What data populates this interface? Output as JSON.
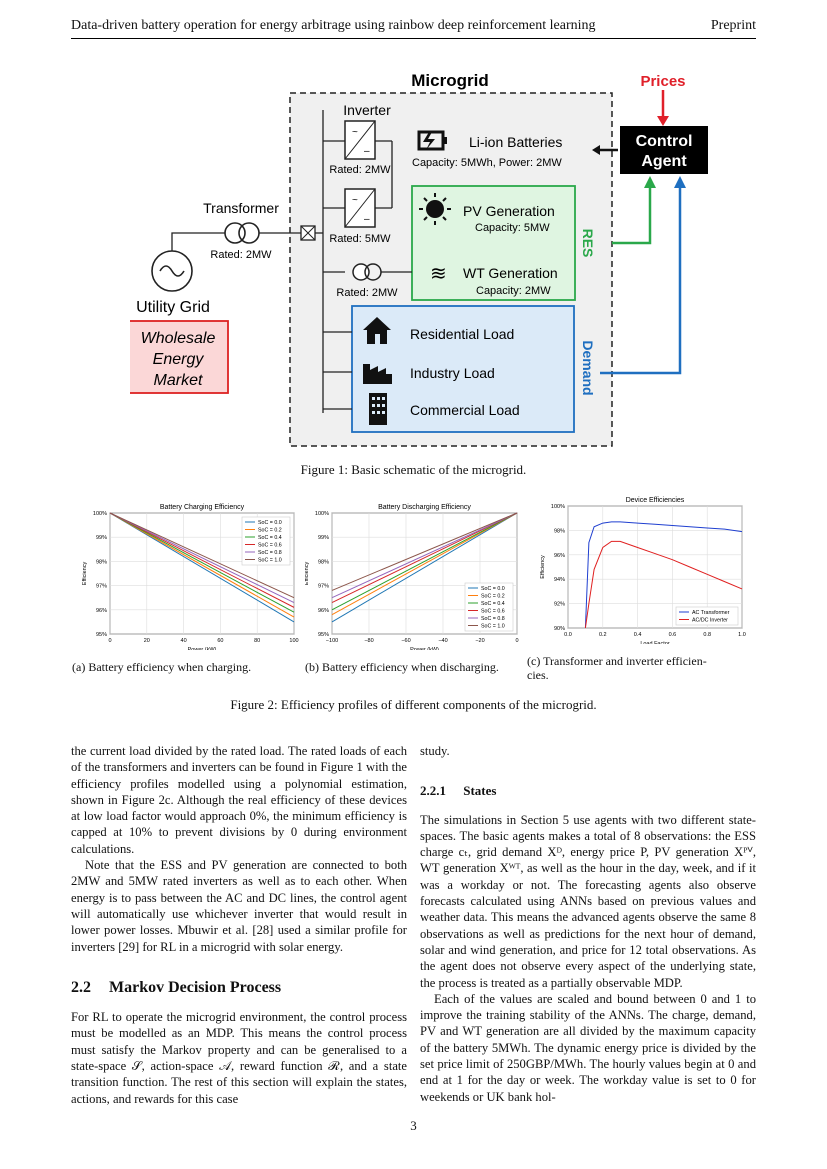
{
  "header": {
    "title": "Data-driven battery operation for energy arbitrage using rainbow deep reinforcement learning",
    "tag": "Preprint"
  },
  "figure1": {
    "microgrid_label": "Microgrid",
    "prices_label": "Prices",
    "control_agent_line1": "Control",
    "control_agent_line2": "Agent",
    "inverter_label": "Inverter",
    "battery_label": "Li-ion Batteries",
    "battery_capacity": "Capacity: 5MWh, Power: 2MW",
    "rated_inv1": "Rated: 2MW",
    "rated_inv2": "Rated: 5MW",
    "rated_tr2": "Rated: 2MW",
    "transformer_label": "Transformer",
    "transformer_rated": "Rated: 2MW",
    "pv_label": "PV Generation",
    "pv_capacity": "Capacity: 5MW",
    "wt_label": "WT Generation",
    "wt_capacity": "Capacity: 2MW",
    "res_label": "RES",
    "utility_grid": "Utility Grid",
    "market_line1": "Wholesale",
    "market_line2": "Energy",
    "market_line3": "Market",
    "residential": "Residential Load",
    "industry": "Industry Load",
    "commercial": "Commercial Load",
    "demand_label": "Demand",
    "caption": "Figure 1: Basic schematic of the microgrid."
  },
  "figure2": {
    "caption": "Figure 2: Efficiency profiles of different components of the microgrid.",
    "sub_a": "(a) Battery efficiency when charging.",
    "sub_b": "(b) Battery efficiency when discharging.",
    "sub_c_line1": "(c) Transformer and inverter efficien-",
    "sub_c_line2": "cies."
  },
  "chart_data": [
    {
      "type": "line",
      "title": "Battery Charging Efficiency",
      "xlabel": "Power (kW)",
      "ylabel": "Efficiency",
      "xlim": [
        0,
        100
      ],
      "ylim": [
        95,
        100
      ],
      "xticks": [
        "0",
        "20",
        "40",
        "60",
        "80",
        "100"
      ],
      "yticks": [
        "95%",
        "96%",
        "97%",
        "98%",
        "99%",
        "100%"
      ],
      "legend": "top-right",
      "grid": true,
      "series": [
        {
          "name": "SoC = 0.0",
          "color": "#1f77b4",
          "x": [
            0,
            100
          ],
          "y": [
            100,
            95.5
          ]
        },
        {
          "name": "SoC = 0.2",
          "color": "#ff7f0e",
          "x": [
            0,
            100
          ],
          "y": [
            100,
            95.7
          ]
        },
        {
          "name": "SoC = 0.4",
          "color": "#2ca02c",
          "x": [
            0,
            100
          ],
          "y": [
            100,
            95.9
          ]
        },
        {
          "name": "SoC = 0.6",
          "color": "#d62728",
          "x": [
            0,
            100
          ],
          "y": [
            100,
            96.1
          ]
        },
        {
          "name": "SoC = 0.8",
          "color": "#9467bd",
          "x": [
            0,
            100
          ],
          "y": [
            100,
            96.3
          ]
        },
        {
          "name": "SoC = 1.0",
          "color": "#8c564b",
          "x": [
            0,
            100
          ],
          "y": [
            100,
            96.5
          ]
        }
      ]
    },
    {
      "type": "line",
      "title": "Battery Discharging Efficiency",
      "xlabel": "Power (kW)",
      "ylabel": "Efficiency",
      "xlim": [
        -100,
        0
      ],
      "ylim": [
        95,
        100
      ],
      "xticks": [
        "−100",
        "−80",
        "−60",
        "−40",
        "−20",
        "0"
      ],
      "yticks": [
        "95%",
        "96%",
        "97%",
        "98%",
        "99%",
        "100%"
      ],
      "legend": "bottom-right",
      "grid": true,
      "series": [
        {
          "name": "SoC = 0.0",
          "color": "#1f77b4",
          "x": [
            -100,
            0
          ],
          "y": [
            95.5,
            100
          ]
        },
        {
          "name": "SoC = 0.2",
          "color": "#ff7f0e",
          "x": [
            -100,
            0
          ],
          "y": [
            95.8,
            100
          ]
        },
        {
          "name": "SoC = 0.4",
          "color": "#2ca02c",
          "x": [
            -100,
            0
          ],
          "y": [
            96.0,
            100
          ]
        },
        {
          "name": "SoC = 0.6",
          "color": "#d62728",
          "x": [
            -100,
            0
          ],
          "y": [
            96.3,
            100
          ]
        },
        {
          "name": "SoC = 0.8",
          "color": "#9467bd",
          "x": [
            -100,
            0
          ],
          "y": [
            96.5,
            100
          ]
        },
        {
          "name": "SoC = 1.0",
          "color": "#8c564b",
          "x": [
            -100,
            0
          ],
          "y": [
            96.8,
            100
          ]
        }
      ]
    },
    {
      "type": "line",
      "title": "Device Efficiencies",
      "xlabel": "Load Factor",
      "ylabel": "Efficiency",
      "xlim": [
        0,
        1
      ],
      "ylim": [
        90,
        100
      ],
      "xticks": [
        "0.0",
        "0.2",
        "0.4",
        "0.6",
        "0.8",
        "1.0"
      ],
      "yticks": [
        "90%",
        "92%",
        "94%",
        "96%",
        "98%",
        "100%"
      ],
      "legend": "bottom-right",
      "grid": true,
      "series": [
        {
          "name": "AC Transformer",
          "color": "#1f3fd0",
          "x": [
            0.1,
            0.12,
            0.15,
            0.2,
            0.25,
            0.3,
            0.4,
            0.5,
            0.6,
            0.7,
            0.8,
            0.9,
            1.0
          ],
          "y": [
            90.0,
            97.0,
            98.3,
            98.6,
            98.7,
            98.7,
            98.6,
            98.5,
            98.4,
            98.3,
            98.2,
            98.1,
            97.9
          ]
        },
        {
          "name": "AC/DC Inverter",
          "color": "#e02020",
          "x": [
            0.1,
            0.12,
            0.15,
            0.2,
            0.25,
            0.3,
            0.4,
            0.5,
            0.6,
            0.7,
            0.8,
            0.9,
            1.0
          ],
          "y": [
            90.0,
            92.0,
            94.8,
            96.6,
            97.1,
            97.1,
            96.6,
            96.1,
            95.6,
            95.0,
            94.4,
            93.8,
            93.2
          ]
        }
      ]
    }
  ],
  "left_col": {
    "p1": "the current load divided by the rated load. The rated loads of each of the transformers and inverters can be found in Figure 1 with the efficiency profiles modelled using a polynomial estimation, shown in Figure 2c. Although the real efficiency of these devices at low load factor would approach 0%, the minimum efficiency is capped at 10% to prevent divisions by 0 during environment calculations.",
    "p2": "Note that the ESS and PV generation are connected to both 2MW and 5MW rated inverters as well as to each other. When energy is to pass between the AC and DC lines, the control agent will automatically use whichever inverter that would result in lower power losses. Mbuwir et al. [28] used a similar profile for inverters [29] for RL in a microgrid with solar energy.",
    "sec_num": "2.2",
    "sec_title": "Markov Decision Process",
    "p3": "For RL to operate the microgrid environment, the control process must be modelled as an MDP. This means the control process must satisfy the Markov property and can be generalised to a state-space 𝒮, action-space 𝒜, reward function ℛ, and a state transition function. The rest of this section will explain the states, actions, and rewards for this case"
  },
  "right_col": {
    "p0": "study.",
    "sub_num": "2.2.1",
    "sub_title": "States",
    "p1": "The simulations in Section 5 use agents with two different state-spaces. The basic agents makes a total of 8 observations: the ESS charge cₜ, grid demand Xᴰ, energy price P, PV generation Xᴾⱽ, WT generation Xᵂᵀ, as well as the hour in the day, week, and if it was a workday or not. The forecasting agents also observe forecasts calculated using ANNs based on previous values and weather data. This means the advanced agents observe the same 8 observations as well as predictions for the next hour of demand, solar and wind generation, and price for 12 total observations. As the agent does not observe every aspect of the underlying state, the process is treated as a partially observable MDP.",
    "p2": "Each of the values are scaled and bound between 0 and 1 to improve the training stability of the ANNs. The charge, demand, PV and WT generation are all divided by the maximum capacity of the battery 5MWh. The dynamic energy price is divided by the set price limit of 250GBP/MWh. The hourly values begin at 0 and end at 1 for the day or week. The workday value is set to 0 for weekends or UK bank hol-"
  },
  "page_number": "3"
}
